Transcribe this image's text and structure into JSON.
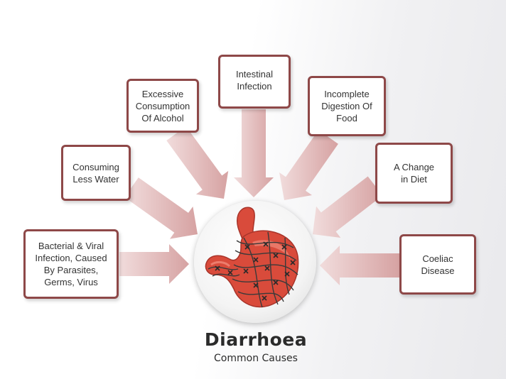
{
  "colors": {
    "box_border": "#8e4848",
    "arrow_fill": "#d9a6a6",
    "stomach": "#d94b3b",
    "title_text": "#2b2b2b"
  },
  "title": "Diarrhoea",
  "subtitle": "Common Causes",
  "causes": [
    {
      "id": "bacterial",
      "lines": [
        "Bacterial & Viral",
        "Infection, Caused",
        "By Parasites,",
        "Germs, Virus"
      ]
    },
    {
      "id": "water",
      "lines": [
        "Consuming",
        "Less Water"
      ]
    },
    {
      "id": "alcohol",
      "lines": [
        "Excessive",
        "Consumption",
        "Of Alcohol"
      ]
    },
    {
      "id": "intestinal",
      "lines": [
        "Intestinal",
        "Infection"
      ]
    },
    {
      "id": "digestion",
      "lines": [
        "Incomplete",
        "Digestion Of",
        "Food"
      ]
    },
    {
      "id": "diet",
      "lines": [
        "A Change",
        "in Diet"
      ]
    },
    {
      "id": "coeliac",
      "lines": [
        "Coeliac",
        "Disease"
      ]
    }
  ],
  "hub_icon": "stomach-with-barbed-wire-icon"
}
